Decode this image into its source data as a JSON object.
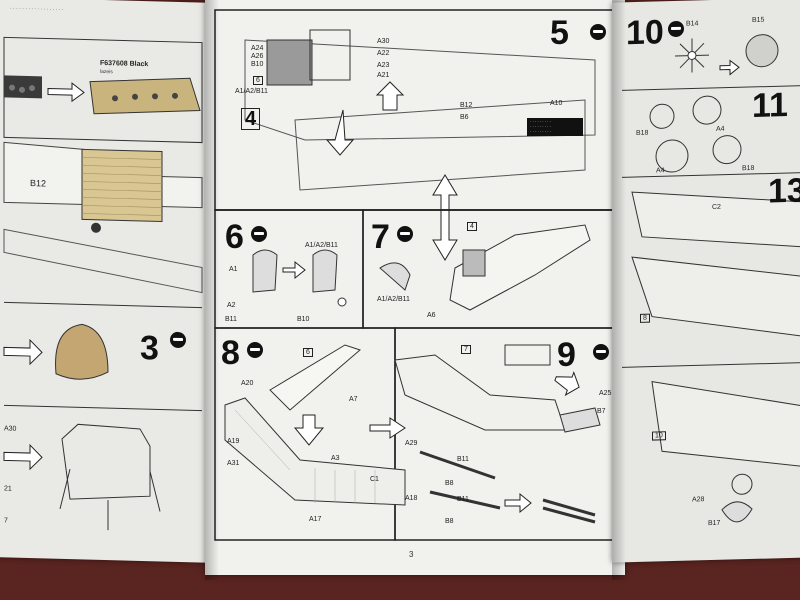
{
  "left_page": {
    "paint_label": "F637608 Black",
    "paint_sub": "lazeis",
    "part_b12": "B12",
    "step3_num": "3",
    "part_a30": "A30",
    "frag_21": "21",
    "frag_7": "7"
  },
  "center_page": {
    "page_number": "3",
    "step5": {
      "num": "5",
      "labels": [
        "A24",
        "A26",
        "B10",
        "A30",
        "A22",
        "A23",
        "A21",
        "B12",
        "B6",
        "A10"
      ],
      "callout_num": "6",
      "callout_parts": "A1/A2/B11",
      "arrow_num": "4"
    },
    "step6": {
      "num": "6",
      "labels": [
        "A1",
        "A1/A2/B11",
        "A2",
        "B11",
        "B10"
      ]
    },
    "step7": {
      "num": "7",
      "callout_num": "4",
      "labels": [
        "A1/A2/B11",
        "A6"
      ]
    },
    "step8": {
      "num": "8",
      "callout_num": "6",
      "labels": [
        "A20",
        "A7",
        "A19",
        "A3",
        "A31",
        "C1",
        "A18",
        "A17"
      ]
    },
    "step9": {
      "num": "9",
      "callout_num": "7",
      "labels": [
        "A25",
        "B7",
        "A29",
        "B11",
        "B8",
        "B11",
        "B8"
      ]
    }
  },
  "right_page": {
    "step10_num": "10",
    "step11_num": "11",
    "step12_num": "13",
    "labels": [
      "B14",
      "B15",
      "B18",
      "A4",
      "A4",
      "B18",
      "C2",
      "8",
      "A28",
      "B17"
    ],
    "mini_step": "10"
  }
}
